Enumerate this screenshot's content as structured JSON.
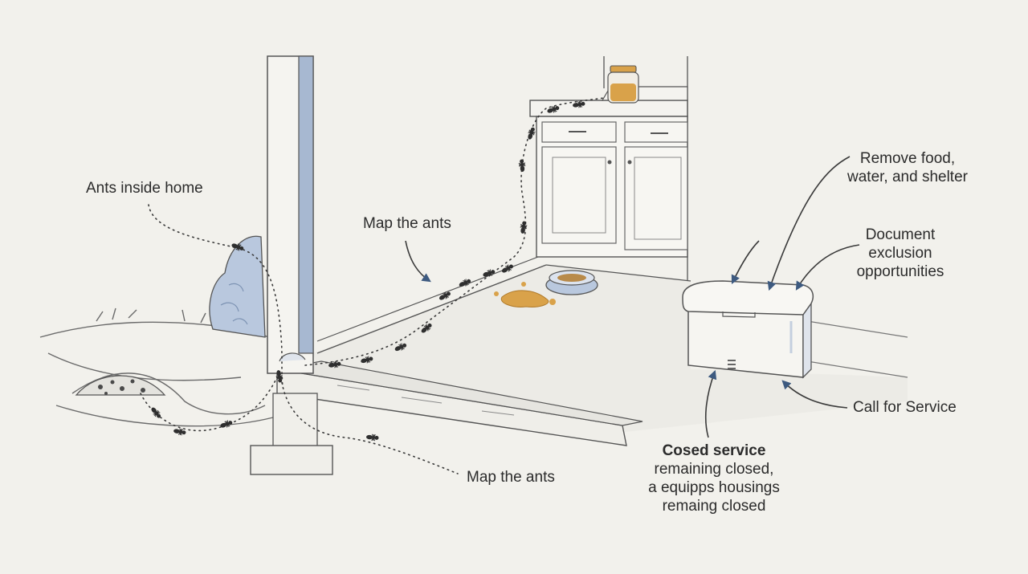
{
  "labels": {
    "ants_inside_home": "Ants inside home",
    "map_ants_upper": "Map the ants",
    "map_ants_lower": "Map the ants",
    "remove_food": [
      "Remove food,",
      "water, and shelter"
    ],
    "document": [
      "Document",
      "exclusion",
      "opportunities"
    ],
    "call_service": "Call for Service",
    "cosed_title": "Cosed service",
    "cosed_lines": [
      "remaining closed,",
      "a equipps housings",
      "remaing closed"
    ]
  },
  "colors": {
    "ink": "#3a3a3a",
    "accent_blue": "#8fa6c6",
    "arrow_blue": "#3d5a80",
    "honey": "#d9a24a",
    "paper": "#f2f1ec"
  }
}
